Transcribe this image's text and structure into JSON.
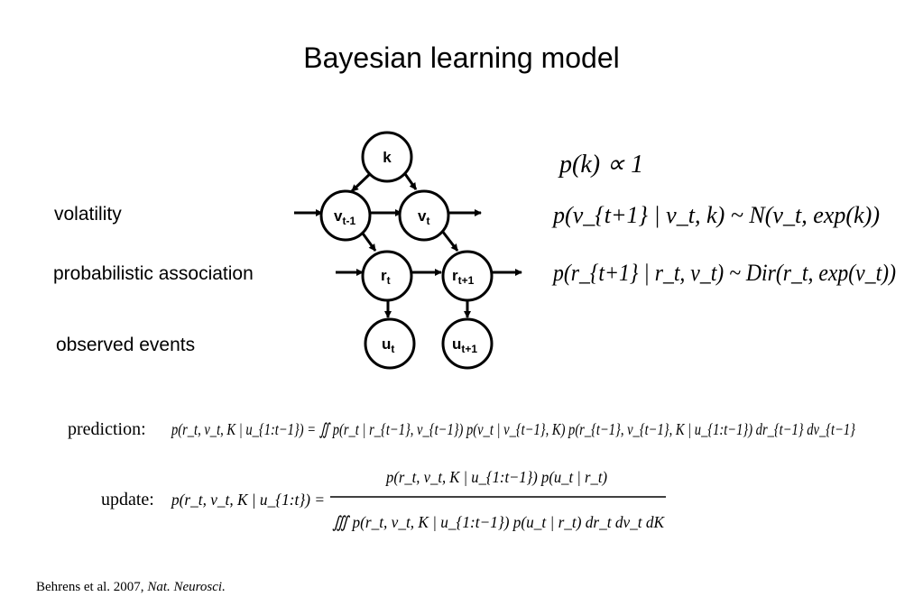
{
  "title": "Bayesian learning model",
  "rows": {
    "volatility": "volatility",
    "association": "probabilistic association",
    "events": "observed events"
  },
  "nodes": {
    "k": "k",
    "v_prev": {
      "base": "v",
      "sub": "t-1"
    },
    "v_t": {
      "base": "v",
      "sub": "t"
    },
    "r_t": {
      "base": "r",
      "sub": "t"
    },
    "r_next": {
      "base": "r",
      "sub": "t+1"
    },
    "u_t": {
      "base": "u",
      "sub": "t"
    },
    "u_next": {
      "base": "u",
      "sub": "t+1"
    }
  },
  "equations": {
    "prior_k": "p(k) ∝ 1",
    "volatility": "p(v_{t+1} | v_t, k) ~ N(v_t, exp(k))",
    "association": "p(r_{t+1} | r_t, v_t) ~ Dir(r_t, exp(v_t))",
    "prediction_label": "prediction:",
    "prediction": "p(r_t, v_t, K | u_{1:t−1}) = ∬ p(r_t | r_{t−1}, v_{t−1}) p(v_t | v_{t−1}, K) p(r_{t−1}, v_{t−1}, K | u_{1:t−1}) dr_{t−1} dv_{t−1}",
    "update_label": "update:",
    "update_lhs": "p(r_t, v_t, K | u_{1:t}) =",
    "update_numerator": "p(r_t, v_t, K | u_{1:t−1}) p(u_t | r_t)",
    "update_denominator": "∭ p(r_t, v_t, K | u_{1:t−1}) p(u_t | r_t) dr_t dv_t dK"
  },
  "reference": {
    "authors": "Behrens et al. 2007,",
    "journal": "Nat. Neurosci."
  }
}
